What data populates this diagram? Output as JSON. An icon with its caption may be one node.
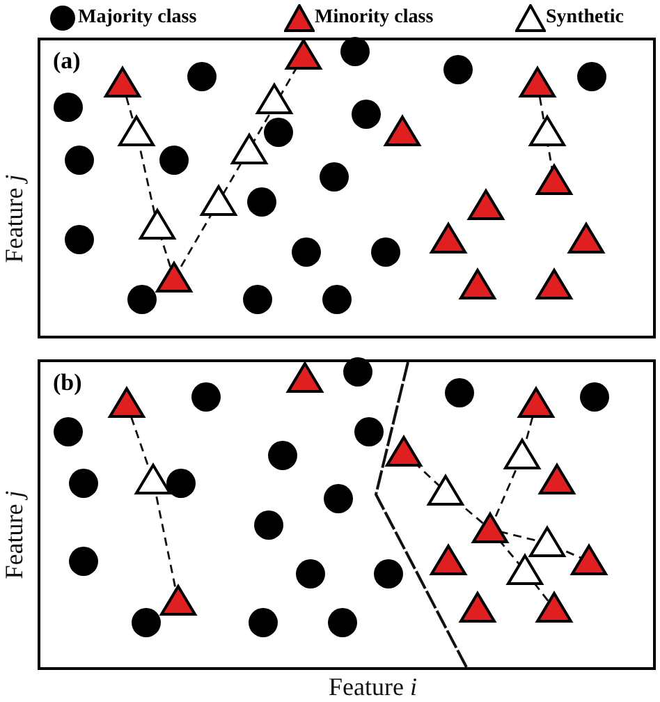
{
  "diagram": {
    "nodes": [
      {
        "text": [
          "(a)"
        ]
      },
      {
        "text": [
          "(b)"
        ]
      }
    ],
    "labels": [
      "Feature *j*",
      "Feature *j*",
      "Feature *i*"
    ],
    "legend": [
      {
        "text": "Majority class"
      },
      {
        "text": "Minority class"
      },
      {
        "text": "Synthetic"
      }
    ]
  }
}
